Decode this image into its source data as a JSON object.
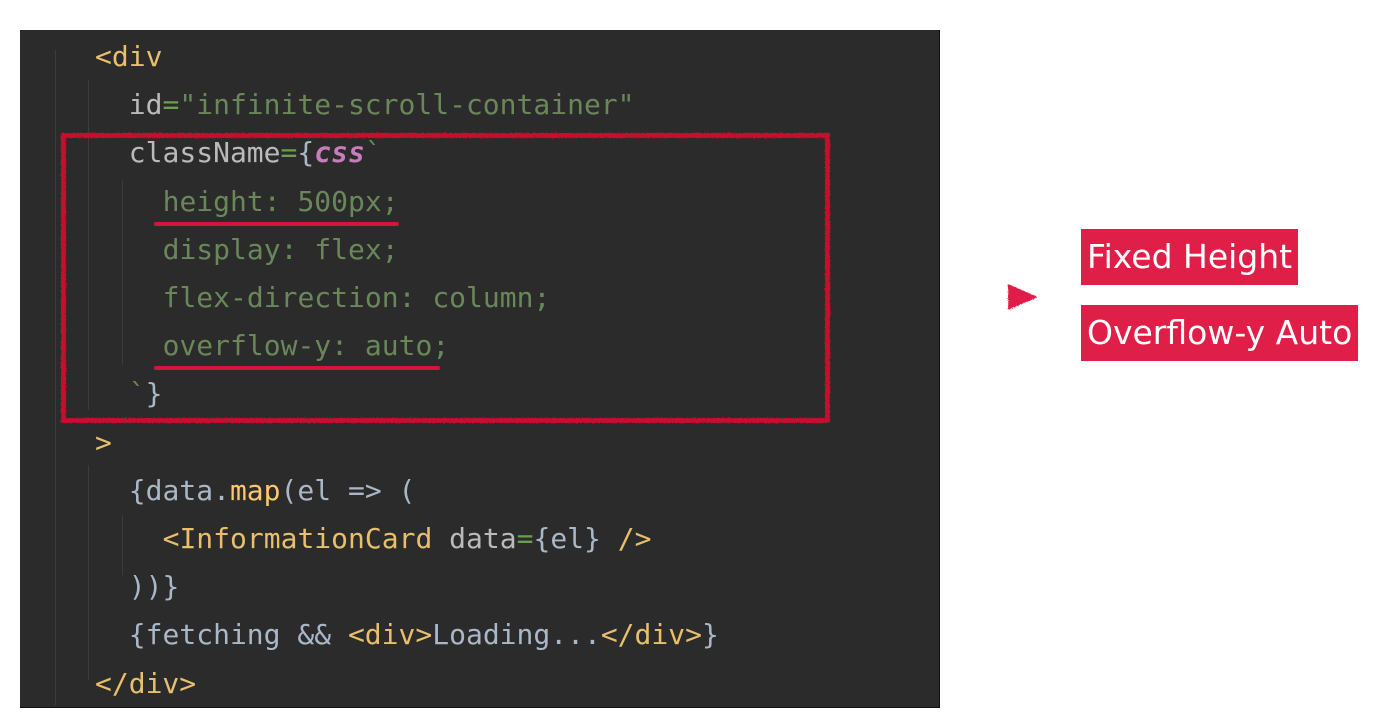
{
  "code": {
    "lines": [
      {
        "indent": 0,
        "tokens": [
          {
            "t": "<div",
            "c": "tok-tag"
          }
        ]
      },
      {
        "indent": 1,
        "tokens": [
          {
            "t": "id",
            "c": "tok-attr"
          },
          {
            "t": "=",
            "c": "tok-eq"
          },
          {
            "t": "\"infinite-scroll-container\"",
            "c": "tok-str"
          }
        ]
      },
      {
        "indent": 1,
        "tokens": [
          {
            "t": "className",
            "c": "tok-attr"
          },
          {
            "t": "=",
            "c": "tok-eq"
          },
          {
            "t": "{",
            "c": "tok-brace"
          },
          {
            "t": "css",
            "c": "tok-css"
          },
          {
            "t": "`",
            "c": "tok-tick"
          }
        ]
      },
      {
        "indent": 2,
        "tokens": [
          {
            "t": "height: 500px;",
            "c": "tok-prop"
          }
        ]
      },
      {
        "indent": 2,
        "tokens": [
          {
            "t": "display: flex;",
            "c": "tok-prop"
          }
        ]
      },
      {
        "indent": 2,
        "tokens": [
          {
            "t": "flex-direction: column;",
            "c": "tok-prop"
          }
        ]
      },
      {
        "indent": 2,
        "tokens": [
          {
            "t": "overflow-y: auto;",
            "c": "tok-prop"
          }
        ]
      },
      {
        "indent": 1,
        "tokens": [
          {
            "t": "`",
            "c": "tok-tick"
          },
          {
            "t": "}",
            "c": "tok-brace"
          }
        ]
      },
      {
        "indent": 0,
        "tokens": [
          {
            "t": ">",
            "c": "tok-tag"
          }
        ]
      },
      {
        "indent": 1,
        "tokens": [
          {
            "t": "{data.",
            "c": "tok-plain"
          },
          {
            "t": "map",
            "c": "tok-method"
          },
          {
            "t": "(el => (",
            "c": "tok-plain"
          }
        ]
      },
      {
        "indent": 2,
        "tokens": [
          {
            "t": "<InformationCard",
            "c": "tok-tag"
          },
          {
            "t": " data",
            "c": "tok-attr"
          },
          {
            "t": "=",
            "c": "tok-eq"
          },
          {
            "t": "{el}",
            "c": "tok-brace"
          },
          {
            "t": " />",
            "c": "tok-tag"
          }
        ]
      },
      {
        "indent": 1,
        "tokens": [
          {
            "t": "))}",
            "c": "tok-plain"
          }
        ]
      },
      {
        "indent": 1,
        "tokens": [
          {
            "t": "{fetching && ",
            "c": "tok-plain"
          },
          {
            "t": "<div>",
            "c": "tok-tag"
          },
          {
            "t": "Loading...",
            "c": "tok-plain"
          },
          {
            "t": "</div>",
            "c": "tok-tag"
          },
          {
            "t": "}",
            "c": "tok-plain"
          }
        ]
      },
      {
        "indent": 0,
        "tokens": [
          {
            "t": "</div>",
            "c": "tok-tag"
          }
        ]
      }
    ]
  },
  "annotations": {
    "highlight_color": "#c8102e",
    "underlined_lines": [
      "height: 500px;",
      "overflow-y: auto;"
    ],
    "labels": [
      {
        "text": "Fixed Height"
      },
      {
        "text": "Overflow-y Auto"
      }
    ],
    "label_bg_color": "#e01f48",
    "label_text_color": "#ffffff"
  },
  "colors": {
    "editor_bg": "#2b2b2b",
    "tag": "#e8bf6a",
    "string": "#6a8759",
    "keyword_css": "#c77dbb",
    "plain": "#a9b7c6"
  }
}
